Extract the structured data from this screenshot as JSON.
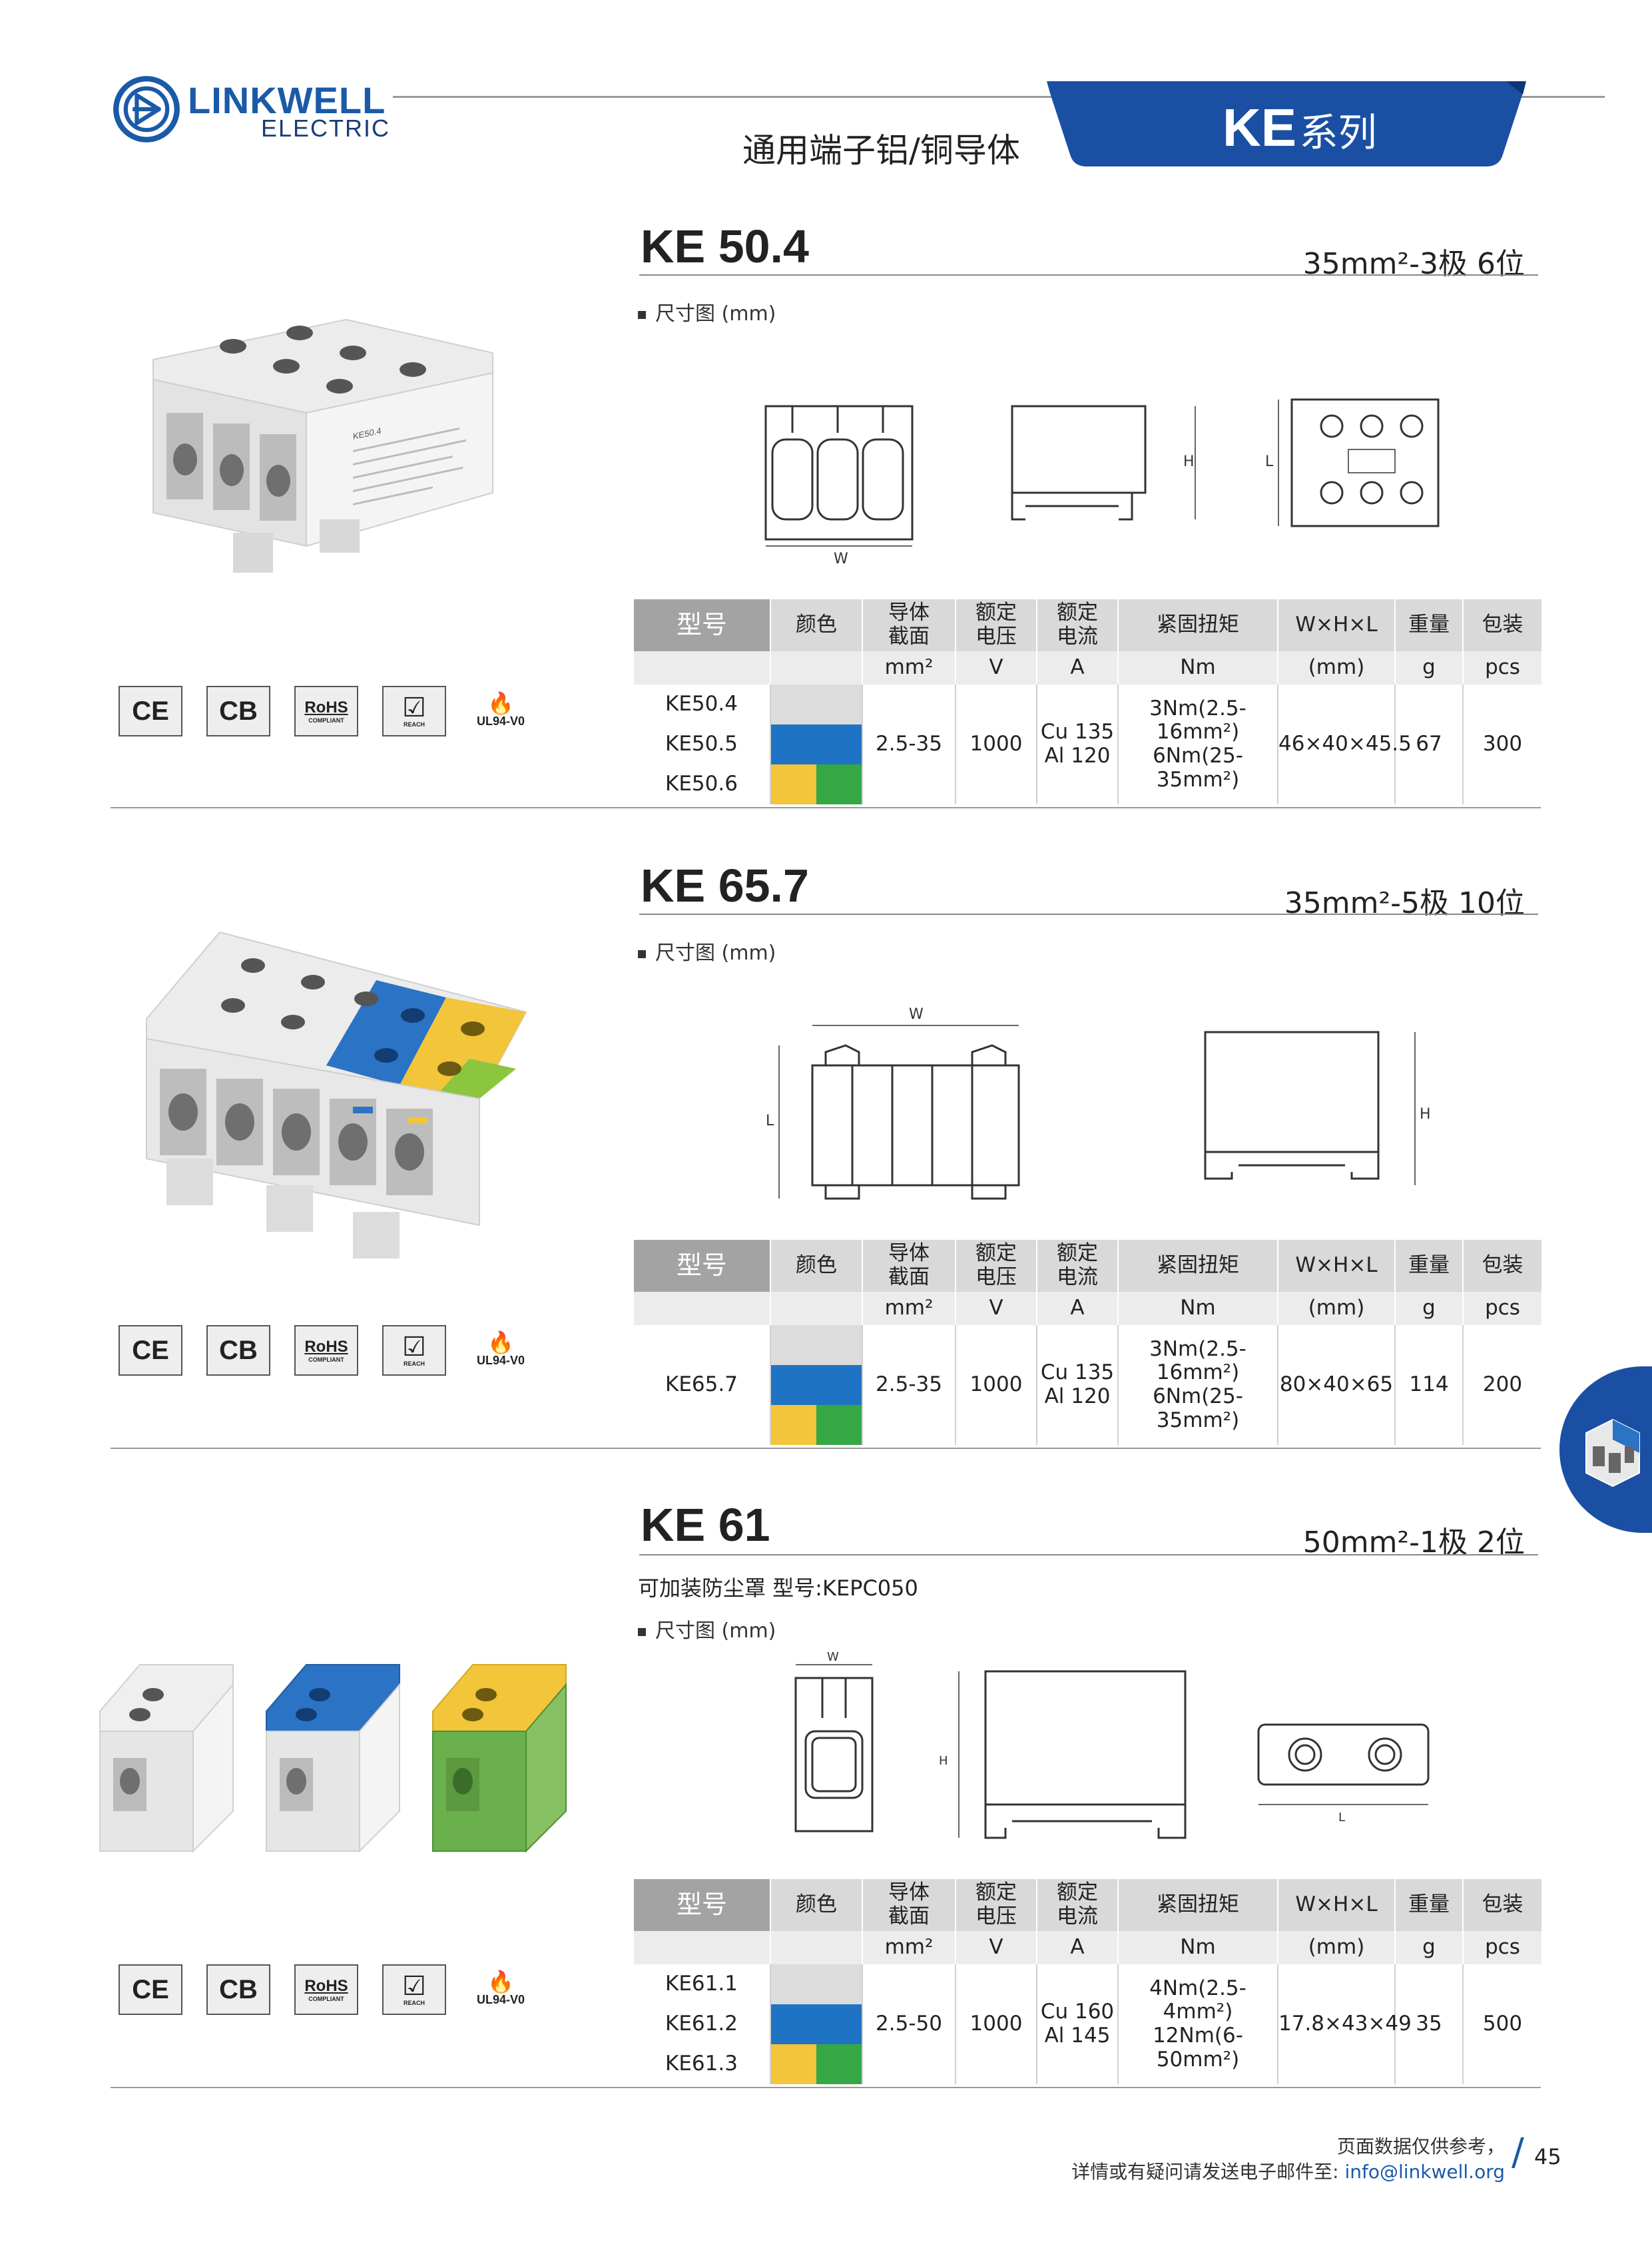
{
  "header": {
    "brand_name": "LINKWELL",
    "brand_sub": "ELECTRIC",
    "subtitle": "通用端子铝/铜导体",
    "series_big": "KE",
    "series_small": "系列"
  },
  "colors": {
    "brand_blue": "#1a4fa3",
    "swatch_gray": "#dcdcdc",
    "swatch_blue": "#1f73c4",
    "swatch_yellow": "#f2c53a",
    "swatch_green": "#35a845",
    "header_gray": "#a3a3a3"
  },
  "certifications": [
    "CE",
    "CB",
    "RoHS",
    "COMPLIANT",
    "REACH",
    "UL94-V0"
  ],
  "table_headers": {
    "model": "型号",
    "color": "颜色",
    "section_l1": "导体",
    "section_l2": "截面",
    "voltage_l1": "额定",
    "voltage_l2": "电压",
    "current_l1": "额定",
    "current_l2": "电流",
    "torque": "紧固扭矩",
    "dims": "W×H×L",
    "weight": "重量",
    "pack": "包装"
  },
  "table_units": {
    "section": "mm²",
    "voltage": "V",
    "current": "A",
    "torque": "Nm",
    "dims": "(mm)",
    "weight": "g",
    "pack": "pcs"
  },
  "dim_labels": {
    "w": "W",
    "h": "H",
    "l": "L",
    "drawing_title": "尺寸图 (mm)"
  },
  "products": [
    {
      "title": "KE 50.4",
      "spec": "35mm²-3极 6位",
      "models": [
        "KE50.4",
        "KE50.5",
        "KE50.6"
      ],
      "section": "2.5-35",
      "voltage": "1000",
      "current_l1": "Cu 135",
      "current_l2": "Al 120",
      "torque_l1": "3Nm(2.5-16mm²)",
      "torque_l2": "6Nm(25-35mm²)",
      "dims": "46×40×45.5",
      "weight": "67",
      "pack": "300",
      "photo_label": "KE50.4"
    },
    {
      "title": "KE 65.7",
      "spec": "35mm²-5极 10位",
      "models": [
        "KE65.7"
      ],
      "section": "2.5-35",
      "voltage": "1000",
      "current_l1": "Cu 135",
      "current_l2": "Al 120",
      "torque_l1": "3Nm(2.5-16mm²)",
      "torque_l2": "6Nm(25-35mm²)",
      "dims": "80×40×65",
      "weight": "114",
      "pack": "200"
    },
    {
      "title": "KE 61",
      "spec": "50mm²-1极 2位",
      "dust_cover": "可加装防尘罩  型号:KEPC050",
      "models": [
        "KE61.1",
        "KE61.2",
        "KE61.3"
      ],
      "section": "2.5-50",
      "voltage": "1000",
      "current_l1": "Cu 160",
      "current_l2": "Al 145",
      "torque_l1": "4Nm(2.5-4mm²)",
      "torque_l2": "12Nm(6-50mm²)",
      "dims": "17.8×43×49",
      "weight": "35",
      "pack": "500"
    }
  ],
  "footer": {
    "line1": "页面数据仅供参考，",
    "line2": "详情或有疑问请发送电子邮件至:",
    "email": "info@linkwell.org",
    "page": "45"
  }
}
